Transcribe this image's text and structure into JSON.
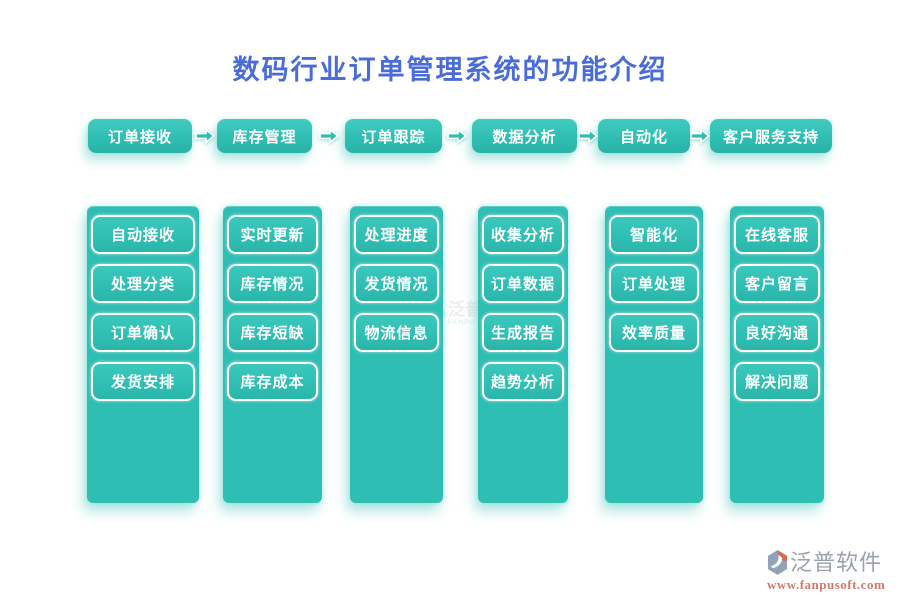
{
  "title": {
    "text": "数码行业订单管理系统的功能介绍"
  },
  "flow": [
    {
      "label": "订单接收",
      "items": [
        "自动接收",
        "处理分类",
        "订单确认",
        "发货安排"
      ]
    },
    {
      "label": "库存管理",
      "items": [
        "实时更新",
        "库存情况",
        "库存短缺",
        "库存成本"
      ]
    },
    {
      "label": "订单跟踪",
      "items": [
        "处理进度",
        "发货情况",
        "物流信息"
      ]
    },
    {
      "label": "数据分析",
      "items": [
        "收集分析",
        "订单数据",
        "生成报告",
        "趋势分析"
      ]
    },
    {
      "label": "自动化",
      "items": [
        "智能化",
        "订单处理",
        "效率质量"
      ]
    },
    {
      "label": "客户服务支持",
      "items": [
        "在线客服",
        "客户留言",
        "良好沟通",
        "解决问题"
      ]
    }
  ],
  "arrow_icon": "right-arrow",
  "watermark": {
    "brand": "泛普软件",
    "brand_en": "FANPU SOFTWARE"
  },
  "footer": {
    "brand": "泛普软件",
    "url": "www.fanpusoft.com"
  },
  "colors": {
    "teal": "#2fbeb3",
    "title_blue": "#4a6cd9",
    "footer_gray": "#9aa2ac",
    "footer_red": "#d4796e"
  }
}
